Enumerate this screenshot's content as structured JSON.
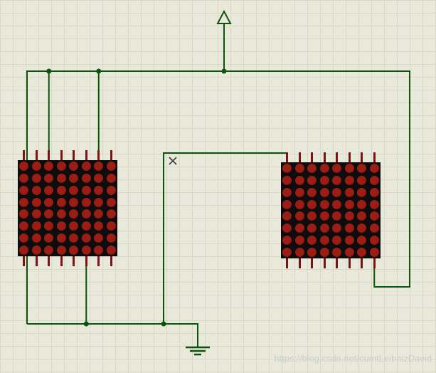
{
  "colors": {
    "background": "#e9e9db",
    "grid": "#d8d8c5",
    "wire": "#0d520d",
    "pin": "#7d1212",
    "matrix_body": "#0d0d0d",
    "led_dot": "#9c1d14",
    "led_dot_dark": "#5f0c0a",
    "marker": "#3a3a3a",
    "watermark": "#c9c9c9"
  },
  "watermark": {
    "text": "https://blog.csdn.net/cumtLeibnizDavid"
  },
  "matrix": {
    "type": "8x8-led-dot-matrix",
    "rows": 8,
    "cols": 8,
    "pins_per_side": 8
  },
  "icons": {
    "power": "power-terminal-up-arrow",
    "ground": "ground-terminal",
    "no_connect": "x-marker",
    "junction": "wire-junction-dot"
  }
}
